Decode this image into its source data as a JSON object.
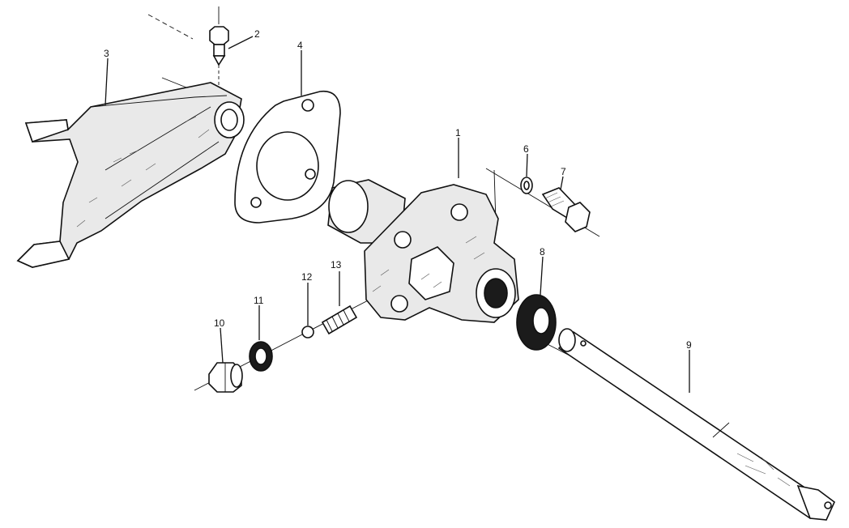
{
  "labels": [
    {
      "id": "2",
      "text": "2"
    },
    {
      "id": "3",
      "text": "3"
    },
    {
      "id": "4",
      "text": "4"
    },
    {
      "id": "1",
      "text": "1"
    },
    {
      "id": "6",
      "text": "6"
    },
    {
      "id": "7",
      "text": "7"
    },
    {
      "id": "8",
      "text": "8"
    },
    {
      "id": "13",
      "text": "13"
    },
    {
      "id": "12",
      "text": "12"
    },
    {
      "id": "11",
      "text": "11"
    },
    {
      "id": "10",
      "text": "10"
    },
    {
      "id": "9",
      "text": "9"
    }
  ]
}
